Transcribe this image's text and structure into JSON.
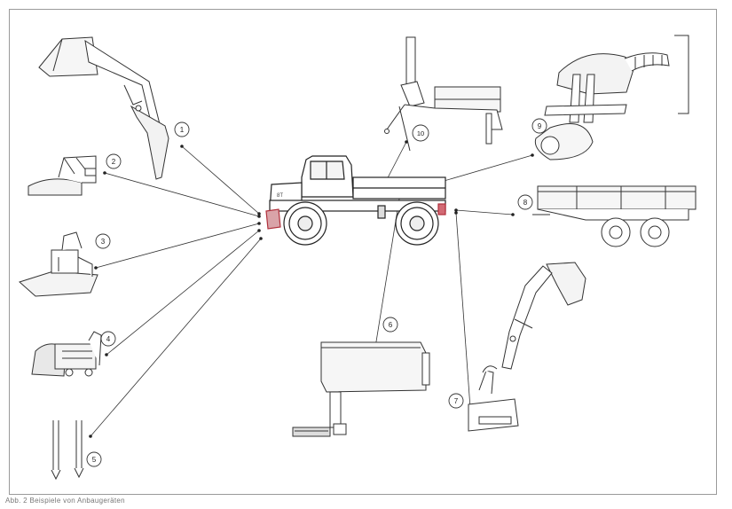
{
  "diagram": {
    "callouts": [
      {
        "id": "1",
        "label": "1"
      },
      {
        "id": "2",
        "label": "2"
      },
      {
        "id": "3",
        "label": "3"
      },
      {
        "id": "4",
        "label": "4"
      },
      {
        "id": "5",
        "label": "5"
      },
      {
        "id": "6",
        "label": "6"
      },
      {
        "id": "7",
        "label": "7"
      },
      {
        "id": "8",
        "label": "8"
      },
      {
        "id": "9",
        "label": "9"
      },
      {
        "id": "10",
        "label": "10"
      }
    ],
    "vehicle_mark": "8T",
    "caption": "Abb. 2 Beispiele von Anbaugeräten"
  }
}
